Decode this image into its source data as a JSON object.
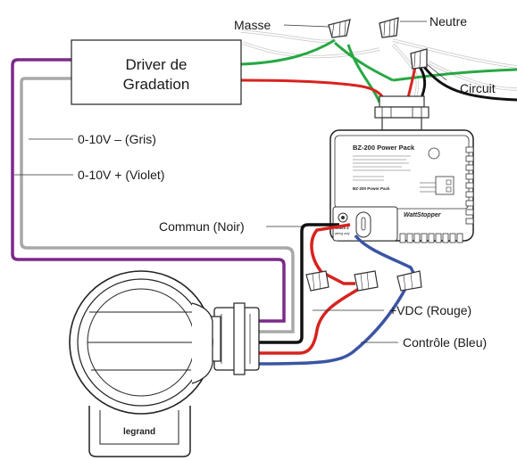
{
  "labels": {
    "masse": "Masse",
    "neutre": "Neutre",
    "circuit": "Circuit",
    "driver_line1": "Driver de",
    "driver_line2": "Gradation",
    "gris": "0-10V – (Gris)",
    "violet": "0-10V + (Violet)",
    "commun": "Commun (Noir)",
    "vdc": "+VDC (Rouge)",
    "controle": "Contrôle (Bleu)"
  },
  "power_pack": {
    "title": "BZ-200 Power Pack",
    "brand": "WattStopper",
    "model": "BZ-200 Power Pack",
    "class2_line1": "Class 2",
    "class2_line2": "wiring only"
  },
  "sensor": {
    "brand": "legrand"
  },
  "colors": {
    "purple": "#7b2a8a",
    "gray": "#a8a8a8",
    "black": "#111111",
    "red": "#d8231f",
    "blue": "#3b55a3",
    "green": "#27a844"
  }
}
